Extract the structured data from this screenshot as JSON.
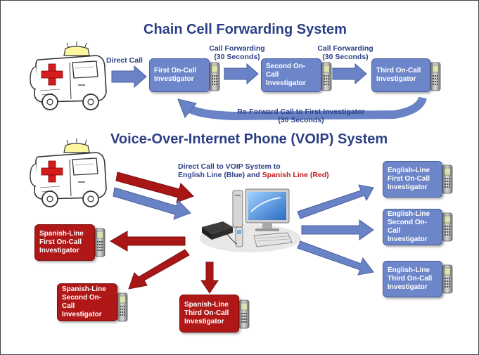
{
  "titles": {
    "chain": "Chain Cell Forwarding System",
    "voip": "Voice-Over-Internet Phone (VOIP) System"
  },
  "chain": {
    "direct_call": "Direct Call",
    "forward_1": [
      "Call Forwarding",
      "(30 Seconds)"
    ],
    "forward_2": [
      "Call Forwarding",
      "(30 Seconds)"
    ],
    "reforward": [
      "Re-Forward Call to First Investigator",
      "(30 Seconds)"
    ],
    "boxes": [
      [
        "First On-Call",
        "Investigator"
      ],
      [
        "Second On-Call",
        "Investigator"
      ],
      [
        "Third On-Call",
        "Investigator"
      ]
    ]
  },
  "voip": {
    "direct_call_line1": "Direct Call to VOIP System to",
    "direct_call_line2_blue": "English Line (Blue) and ",
    "direct_call_line2_red": "Spanish Line (Red)",
    "english_boxes": [
      [
        "English-Line",
        "First On-Call",
        "Investigator"
      ],
      [
        "English-Line",
        "Second On-Call",
        "Investigator"
      ],
      [
        "English-Line",
        "Third On-Call",
        "Investigator"
      ]
    ],
    "spanish_boxes": [
      [
        "Spanish-Line",
        "First On-Call",
        "Investigator"
      ],
      [
        "Spanish-Line",
        "Second On-Call",
        "Investigator"
      ],
      [
        "Spanish-Line",
        "Third On-Call",
        "Investigator"
      ]
    ]
  },
  "colors": {
    "title": "#2b3f86",
    "english_line": "#6d86c9",
    "spanish_line": "#b01717",
    "arrow_blue": "#6a83c6",
    "arrow_red": "#a81616"
  },
  "icons": [
    "ambulance-icon",
    "cell-phone-icon",
    "voip-computer-icon"
  ]
}
